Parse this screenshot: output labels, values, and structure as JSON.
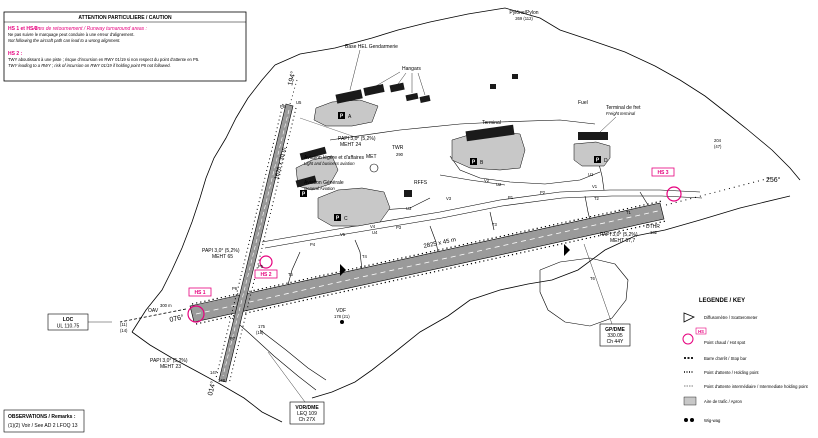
{
  "caution": {
    "title": "ATTENTION PARTICULIERE / CAUTION",
    "hs13_label": "HS 1 et HS 3 :",
    "hs13_fr": "Aires de retournement / Runway turnaround areas :",
    "hs13_l1": "Ne pas suivre le marquage peut conduire à une erreur d'alignement.",
    "hs13_l2": "Not following the aircraft path can lead to a wrong alignment.",
    "hs2_label": "HS 2 :",
    "hs2_l1": "TWY aboutissant à une piste ; risque d'incursion en RWY 01/19 si non respect du point d'attente en P5.",
    "hs2_l2": "TWY leading to a RWY ; risk of incursion on RWY 01/19 if holding point P5 not followed."
  },
  "labels": {
    "pylon": "Pylône/Pylon",
    "pylon_elev": "269 (112)",
    "hel_base": "Base HEL Gendarmerie",
    "hangars": "Hangars",
    "fuel": "Fuel",
    "freight_fr": "Terminal de fret",
    "freight_en": "Freight terminal",
    "terminal": "Terminal",
    "twr": "TWR",
    "twr_elev": "290",
    "met": "MET",
    "rffs": "RFFS",
    "light_fr": "Aviation légère et d'affaires",
    "light_en": "Light and business aviation",
    "ga_fr": "Aviation Générale",
    "ga_en": "General Aviation",
    "obst_204": "204",
    "obst_47": "(47)",
    "hdg_256": "256°",
    "hdg_076": "076°",
    "hdg_014": "014°",
    "hdg_194": "194°",
    "rwy_main": "2825 x 45 m",
    "rwy_sec": "1626 x 30 m",
    "dthr": "DTHR",
    "dthr_dist": "132",
    "papi_a": "PAPI 3,0° (5,2%)",
    "meht_a": "MEHT 24",
    "papi_b": "PAPI 3,0° (5,2%)",
    "meht_b": "MEHT 65",
    "papi_c": "PAPI 3,0° (5,2%)",
    "meht_c": "MEHT 57,7",
    "papi_d": "PAPI 3,0° (5,2%)",
    "meht_d": "MEHT 23",
    "loc_title": "LOC",
    "loc_freq": "UL 110.75",
    "gp_title": "GP/DME",
    "gp_freq": "330.05",
    "gp_ch": "Ch 44Y",
    "vor_title": "VOR/DME",
    "vor_freq": "LEQ 109",
    "vor_ch": "Ch 27X",
    "vdf": "VDF",
    "vdf_elev": "178 (21)",
    "elev_a": "(11)",
    "elev_b": "(14)",
    "elev_c": "175",
    "elev_d": "(18)",
    "elev_e": "147",
    "elev_f": "148",
    "oav": "OAV",
    "oav_dist": "300 m"
  },
  "hotspots": [
    "HS 1",
    "HS 2",
    "HS 3"
  ],
  "stands": [
    "P",
    "P",
    "P",
    "P",
    "P"
  ],
  "stand_letters": [
    "A",
    "B",
    "C",
    "D"
  ],
  "twy": [
    "P1",
    "P2",
    "P3",
    "P4",
    "P5",
    "P6",
    "P7",
    "P8",
    "T1",
    "T2",
    "T3",
    "T4",
    "T5",
    "T6",
    "U1",
    "U2",
    "U3",
    "U4",
    "U5",
    "V1",
    "V2",
    "V3",
    "V4",
    "V5"
  ],
  "legend": {
    "title": "LEGENDE / KEY",
    "diffuso": "Diffusomètre / Scatterometer",
    "hs_badge": "HS",
    "hotspot": "Point chaud / Hot spot",
    "stopbar": "Barre d'arrêt / Stop bar",
    "holding": "Point d'attente / Holding point",
    "inter": "Point d'attente intermédiaire / Intermediate holding point",
    "apron": "Aire de trafic / Apron",
    "wigwag": "Wig-wag"
  },
  "observations": {
    "title": "OBSERVATIONS / Remarks :",
    "text": "(1)(2) Voir / See AD 2 LFOQ 13"
  }
}
